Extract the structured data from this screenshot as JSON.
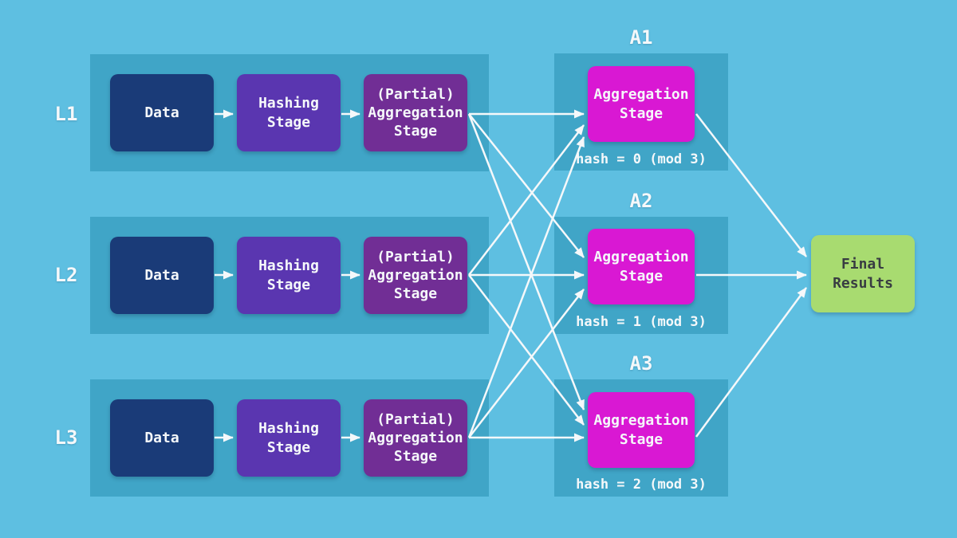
{
  "colors": {
    "background": "#5EBFE1",
    "container": "#40A5C7",
    "data_box": "#1A3B78",
    "hashing_box": "#5A36B0",
    "partial_box": "#712E95",
    "aggregation_box": "#D918D3",
    "final_box": "#A8DB70",
    "arrow": "#F5F8FA",
    "label_text": "#F5F8FA",
    "final_text": "#383C42"
  },
  "lanes": [
    {
      "label": "L1",
      "data": "Data",
      "hashing": "Hashing\nStage",
      "partial": "(Partial)\nAggregation\nStage"
    },
    {
      "label": "L2",
      "data": "Data",
      "hashing": "Hashing\nStage",
      "partial": "(Partial)\nAggregation\nStage"
    },
    {
      "label": "L3",
      "data": "Data",
      "hashing": "Hashing\nStage",
      "partial": "(Partial)\nAggregation\nStage"
    }
  ],
  "aggregators": [
    {
      "label": "A1",
      "stage": "Aggregation\nStage",
      "hash": "hash = 0 (mod 3)"
    },
    {
      "label": "A2",
      "stage": "Aggregation\nStage",
      "hash": "hash = 1 (mod 3)"
    },
    {
      "label": "A3",
      "stage": "Aggregation\nStage",
      "hash": "hash = 2 (mod 3)"
    }
  ],
  "final": {
    "label": "Final\nResults"
  }
}
